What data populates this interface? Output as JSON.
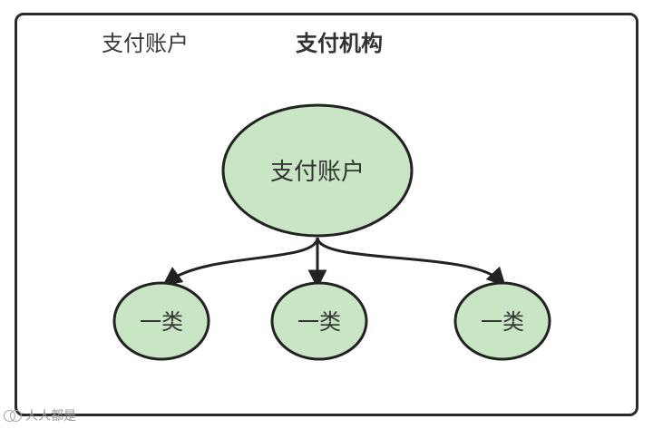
{
  "header": {
    "left_label": "支付账户",
    "right_label": "支付机构"
  },
  "nodes": {
    "root": {
      "label": "支付账户"
    },
    "children": [
      {
        "label": "一类"
      },
      {
        "label": "一类"
      },
      {
        "label": "一类"
      }
    ]
  },
  "colors": {
    "node_fill": "#c8e6c4",
    "node_stroke": "#222222",
    "arrow": "#222222"
  },
  "watermark": {
    "text": "人人都是",
    "icon": "wechat-icon"
  }
}
